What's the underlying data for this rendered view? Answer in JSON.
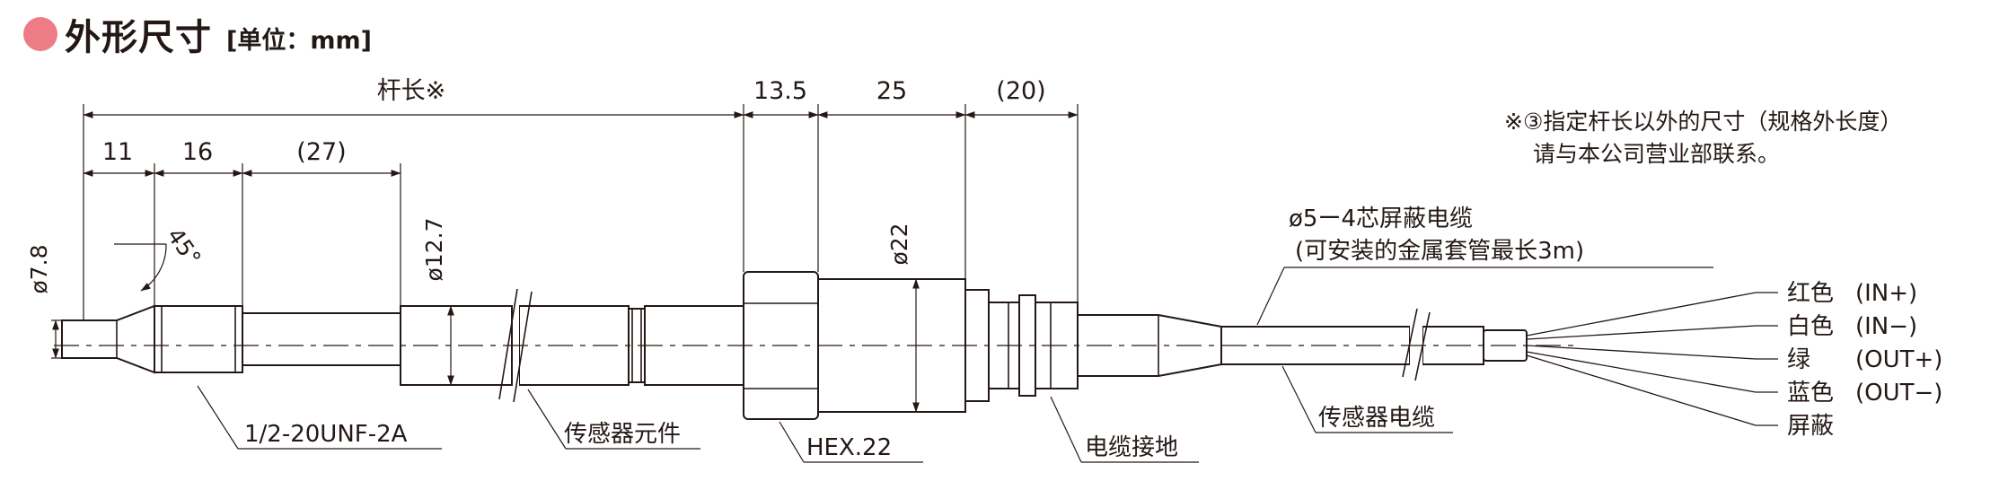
{
  "header": {
    "title": "外形尺寸",
    "unit": "[单位：mm]"
  },
  "dimensions": {
    "rod_length": "杆长※",
    "d11": "11",
    "d16": "16",
    "d27": "(27)",
    "d13_5": "13.5",
    "d25": "25",
    "d20": "(20)",
    "dia_7_8": "ø7.8",
    "dia_12_7": "ø12.7",
    "dia_22": "ø22",
    "angle": "45°"
  },
  "cable_spec": {
    "line1": "ø5ー4芯屏蔽电缆",
    "line2": "(可安装的金属套管最长3m)"
  },
  "note": {
    "line1": "※③指定杆长以外的尺寸（规格外长度）",
    "line2": "请与本公司营业部联系。"
  },
  "callouts": {
    "thread": "1/2-20UNF-2A",
    "sensor_element": "传感器元件",
    "hex": "HEX.22",
    "cable_ground": "电缆接地",
    "sensor_cable": "传感器电缆"
  },
  "wires": [
    {
      "color_label": "红色",
      "signal": "(IN+)"
    },
    {
      "color_label": "白色",
      "signal": "(IN−)"
    },
    {
      "color_label": "绿",
      "signal": "(OUT+)"
    },
    {
      "color_label": "蓝色",
      "signal": "(OUT−)"
    },
    {
      "color_label": "屏蔽",
      "signal": ""
    }
  ]
}
